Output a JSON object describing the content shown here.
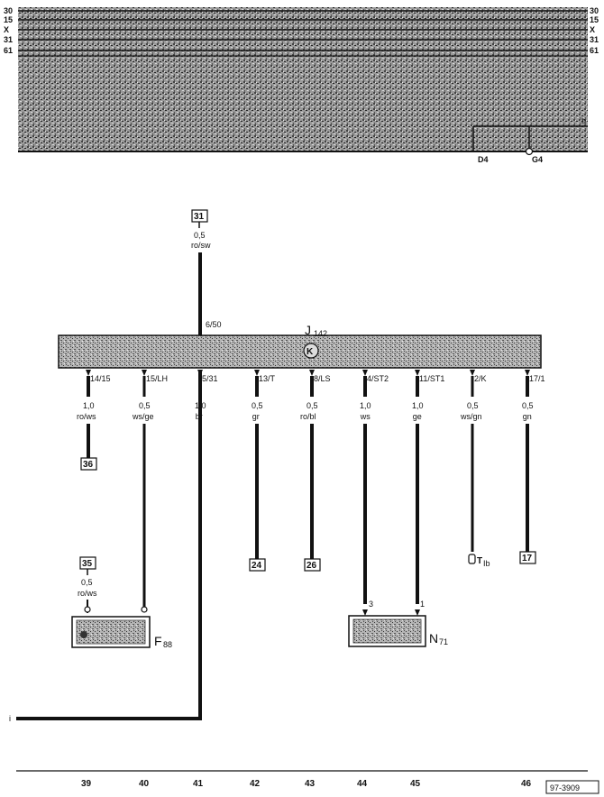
{
  "bus": {
    "left_labels": [
      "30",
      "15",
      "X",
      "31",
      "61"
    ],
    "right_labels": [
      "30",
      "15",
      "X",
      "31",
      "61"
    ],
    "b_label": "b",
    "d4_label": "D4",
    "g4_label": "G4"
  },
  "top_ref": {
    "box": "31",
    "gauge": "0,5",
    "color": "ro/sw",
    "pin": "6/50"
  },
  "module": {
    "name": "J",
    "sub": "142",
    "symbol": "K"
  },
  "wires": [
    {
      "pin": "14/15",
      "gauge": "1,0",
      "color": "ro/ws",
      "end": "36"
    },
    {
      "pin": "15/LH",
      "gauge": "0,5",
      "color": "ws/ge",
      "end": ""
    },
    {
      "pin": "5/31",
      "gauge": "1,0",
      "color": "br",
      "end": ""
    },
    {
      "pin": "13/T",
      "gauge": "0,5",
      "color": "gr",
      "end": "24"
    },
    {
      "pin": "8/LS",
      "gauge": "0,5",
      "color": "ro/bl",
      "end": "26"
    },
    {
      "pin": "4/ST2",
      "gauge": "1,0",
      "color": "ws",
      "end": ""
    },
    {
      "pin": "11/ST1",
      "gauge": "1,0",
      "color": "ge",
      "end": ""
    },
    {
      "pin": "2/K",
      "gauge": "0,5",
      "color": "ws/gn",
      "end": "T"
    },
    {
      "pin": "17/1",
      "gauge": "0,5",
      "color": "gn",
      "end": "17"
    }
  ],
  "t_sub": "Ib",
  "f88": {
    "box": "35",
    "gauge": "0,5",
    "color": "ro/ws",
    "name": "F",
    "sub": "88"
  },
  "n71": {
    "pin_a": "3",
    "pin_b": "1",
    "name": "N",
    "sub": "71"
  },
  "ground_label": "i",
  "columns": [
    "39",
    "40",
    "41",
    "42",
    "43",
    "44",
    "45",
    "46"
  ],
  "figure_id": "97-3909"
}
